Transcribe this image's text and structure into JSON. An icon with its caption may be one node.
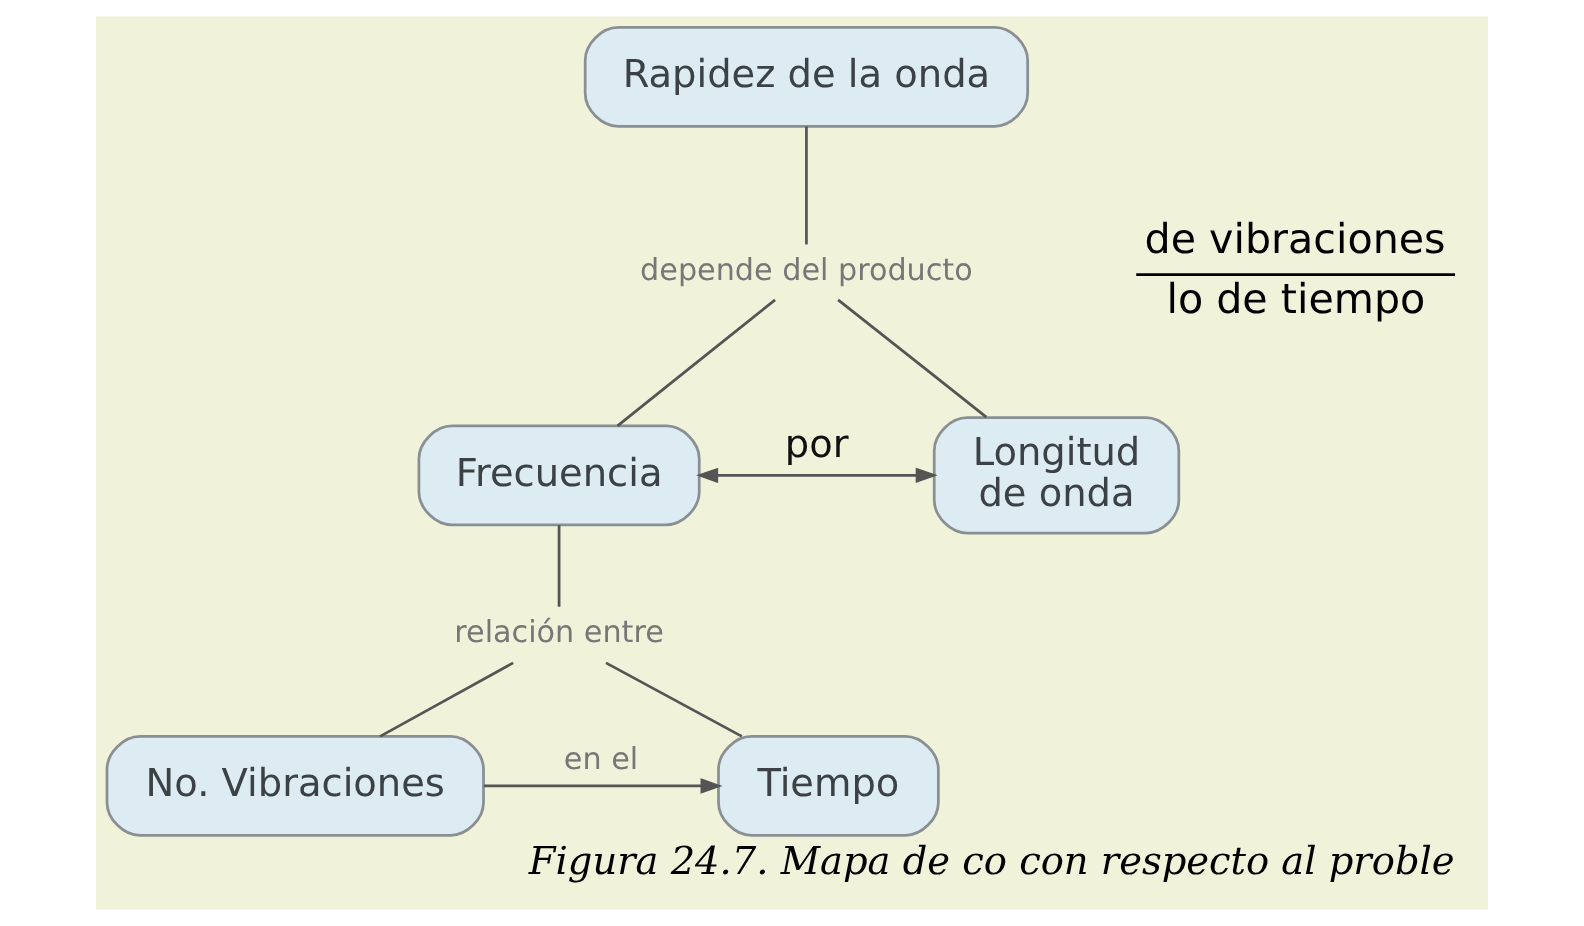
{
  "diagram": {
    "caption": "Figura 24.7. Mapa de co con respecto al proble",
    "nodes": [
      {
        "text": [
          "Rapidez de la onda"
        ]
      },
      {
        "text": [
          "depende del producto"
        ]
      },
      {
        "text": [
          "Frecuencia"
        ]
      },
      {
        "text": [
          "Longitud de onda"
        ]
      },
      {
        "text": [
          "relación entre"
        ]
      },
      {
        "text": [
          "No. Vibraciones"
        ]
      },
      {
        "text": [
          "Tiempo"
        ]
      }
    ],
    "edges": [
      {
        "from": 0,
        "to": 1,
        "arrow": "none"
      },
      {
        "from": 1,
        "to": 2,
        "arrow": "none"
      },
      {
        "from": 1,
        "to": 3,
        "arrow": "none"
      },
      {
        "from": 2,
        "to": 3,
        "arrow": "both",
        "label": "por"
      },
      {
        "from": 2,
        "to": 4,
        "arrow": "none"
      },
      {
        "from": 4,
        "to": 5,
        "arrow": "none"
      },
      {
        "from": 4,
        "to": 6,
        "arrow": "none"
      },
      {
        "from": 5,
        "to": 6,
        "arrow": "to",
        "label": "en el"
      }
    ],
    "labels": [
      "de vibraciones",
      "lo de tiempo"
    ]
  }
}
